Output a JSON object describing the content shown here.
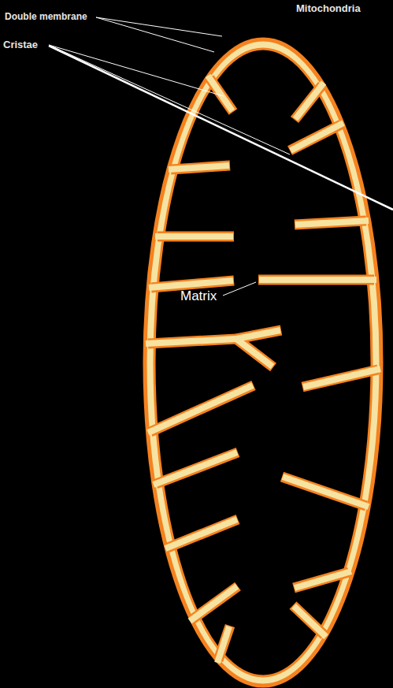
{
  "diagram": {
    "title": "Mitochondria",
    "labels": [
      "Double membrane",
      "Cristae",
      "Matrix"
    ]
  }
}
